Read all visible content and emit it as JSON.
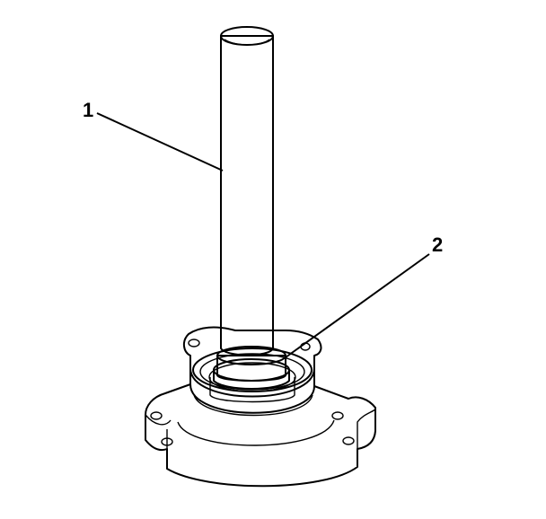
{
  "callouts": [
    {
      "id": "1",
      "label": "1"
    },
    {
      "id": "2",
      "label": "2"
    }
  ],
  "colors": {
    "ink": "#000000",
    "background": "#ffffff",
    "stipple": "#7a7a7a"
  }
}
